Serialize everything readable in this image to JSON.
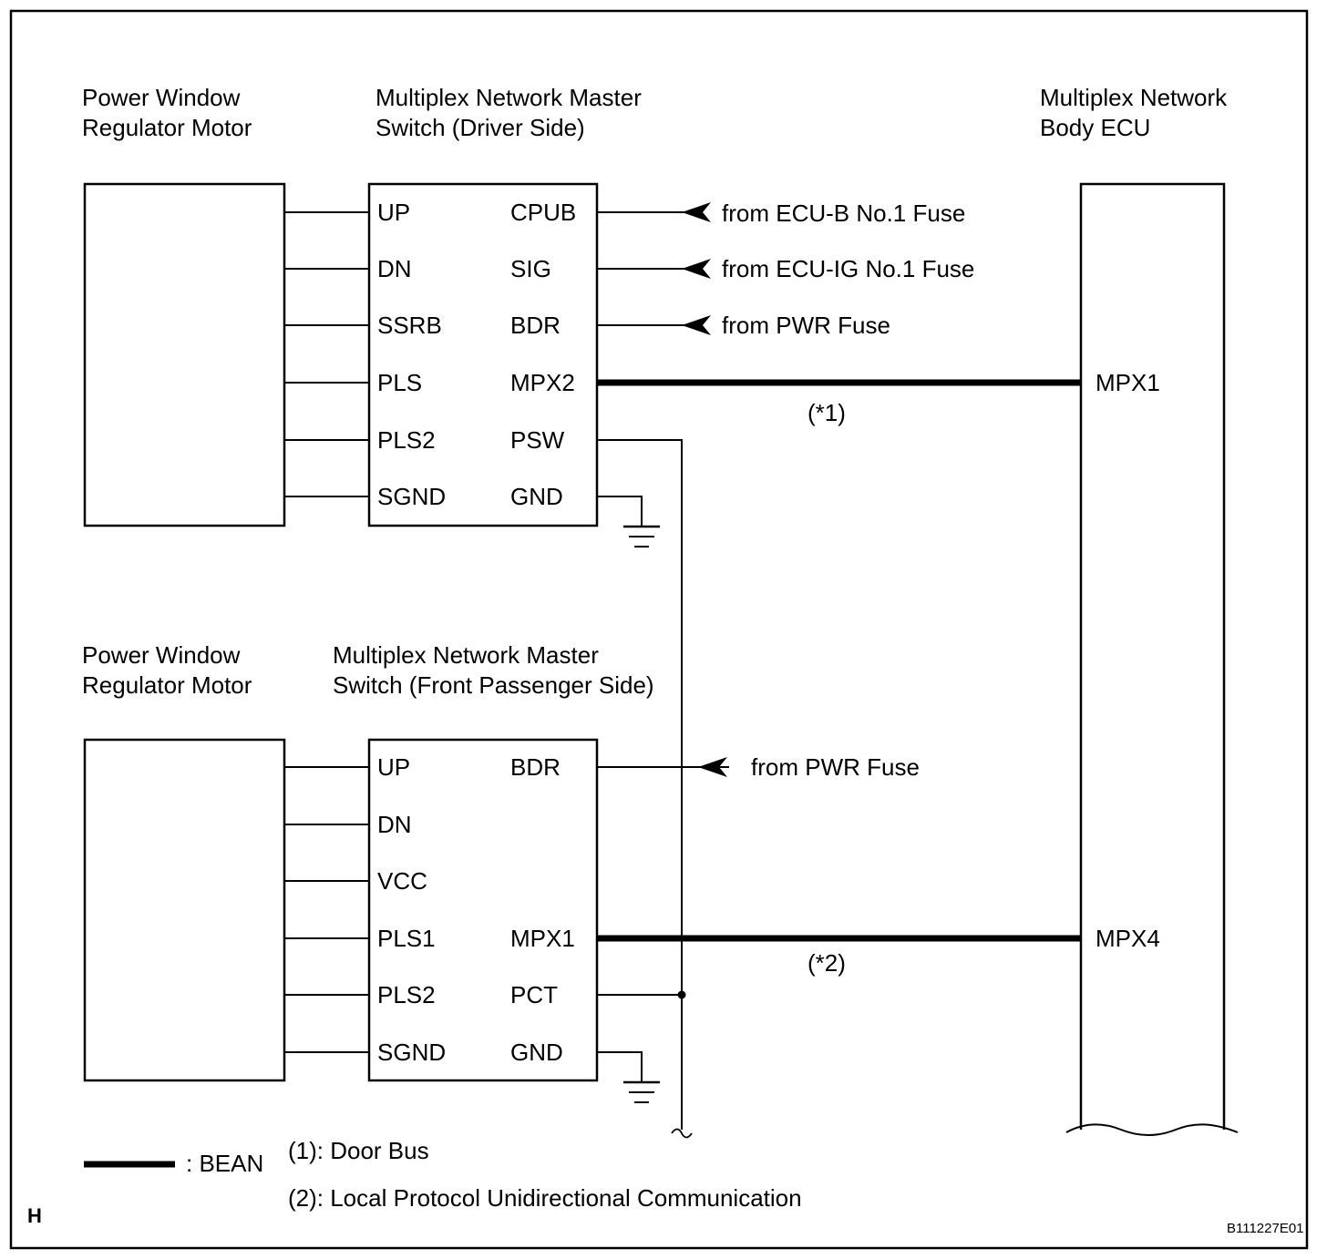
{
  "top": {
    "motor_title": [
      "Power Window",
      "Regulator Motor"
    ],
    "switch_title": [
      "Multiplex Network Master",
      "Switch (Driver Side)"
    ],
    "ecu_title": [
      "Multiplex Network",
      "Body ECU"
    ],
    "left_pins": [
      "UP",
      "DN",
      "SSRB",
      "PLS",
      "PLS2",
      "SGND"
    ],
    "right_pins": [
      "CPUB",
      "SIG",
      "BDR",
      "MPX2",
      "PSW",
      "GND"
    ],
    "fuses": [
      "from ECU-B No.1 Fuse",
      "from ECU-IG No.1 Fuse",
      "from PWR Fuse"
    ],
    "ecu_pin": "MPX1",
    "bus_note": "(*1)"
  },
  "bottom": {
    "motor_title": [
      "Power Window",
      "Regulator Motor"
    ],
    "switch_title": [
      "Multiplex Network Master",
      "Switch (Front Passenger Side)"
    ],
    "left_pins": [
      "UP",
      "DN",
      "VCC",
      "PLS1",
      "PLS2",
      "SGND"
    ],
    "right_pins": [
      "BDR",
      "",
      "",
      "MPX1",
      "PCT",
      "GND"
    ],
    "fuse": "from PWR Fuse",
    "ecu_pin": "MPX4",
    "bus_note": "(*2)"
  },
  "legend": {
    "bean": ": BEAN",
    "note1": "(1): Door Bus",
    "note2": "(2): Local Protocol Unidirectional Communication"
  },
  "corner_letter": "H",
  "figure_code": "B111227E01"
}
